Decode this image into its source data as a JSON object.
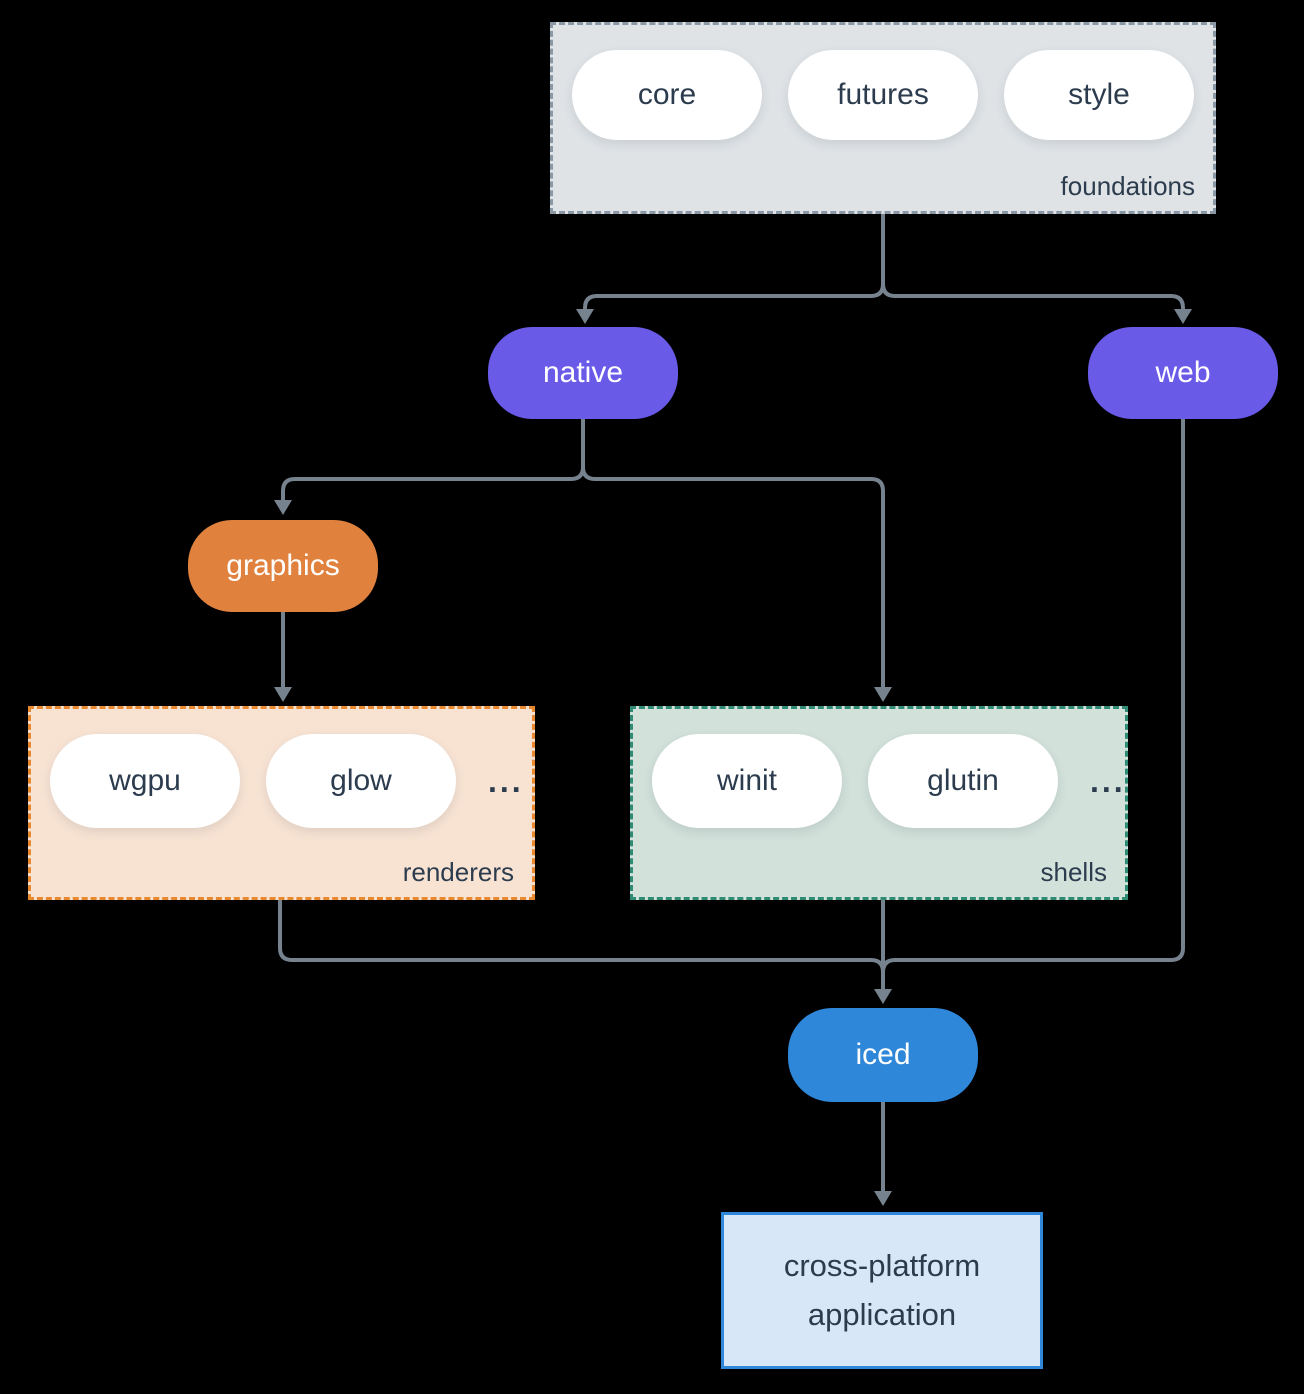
{
  "groups": {
    "foundations": {
      "label": "foundations",
      "items": [
        "core",
        "futures",
        "style"
      ]
    },
    "renderers": {
      "label": "renderers",
      "items": [
        "wgpu",
        "glow"
      ],
      "ellipsis": "..."
    },
    "shells": {
      "label": "shells",
      "items": [
        "winit",
        "glutin"
      ],
      "ellipsis": "..."
    }
  },
  "nodes": {
    "native": "native",
    "web": "web",
    "graphics": "graphics",
    "iced": "iced",
    "application": "cross-platform application"
  },
  "colors": {
    "background": "#000000",
    "connector": "#76838F",
    "text_dark": "#2C3C4E",
    "node_purple": "#6A5AE8",
    "node_orange": "#E0823E",
    "node_blue": "#2E87D8",
    "foundations_bg": "#DFE3E6",
    "foundations_border": "#8A97A4",
    "renderers_bg": "#F8E3D3",
    "renderers_border": "#E8882F",
    "shells_bg": "#D2E1DA",
    "shells_border": "#2F8B74",
    "application_bg": "#D8E7F7",
    "application_border": "#2E87D8",
    "pill_bg": "#FFFFFF"
  }
}
